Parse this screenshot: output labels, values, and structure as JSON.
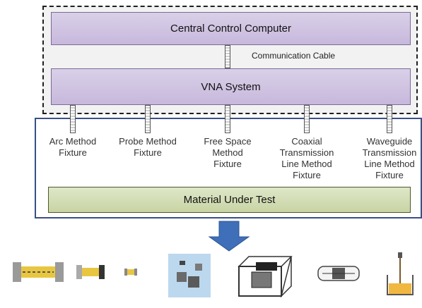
{
  "diagram": {
    "top_box_label": "Central Control Computer",
    "cable_label": "Communication Cable",
    "middle_box_label": "VNA System",
    "bottom_box_label": "Material Under Test",
    "fixtures": [
      "Arc Method\nFixture",
      "Probe Method\nFixture",
      "Free Space\nMethod\nFixture",
      "Coaxial\nTransmission\nLine Method\nFixture",
      "Waveguide\nTransmission\nLine Method\nFixture"
    ]
  },
  "colors": {
    "purple_box": "#cbbedf",
    "green_box": "#d4ddb4",
    "panel_border": "#3a4f87",
    "arrow": "#3f6fb8"
  },
  "photo_icons": [
    "arc-fixture-long-photo-icon",
    "arc-fixture-short-photo-icon",
    "arc-fixture-small-photo-icon",
    "free-space-blocks-photo-icon",
    "waveguide-box-photo-icon",
    "coaxial-line-photo-icon",
    "probe-beaker-photo-icon"
  ]
}
